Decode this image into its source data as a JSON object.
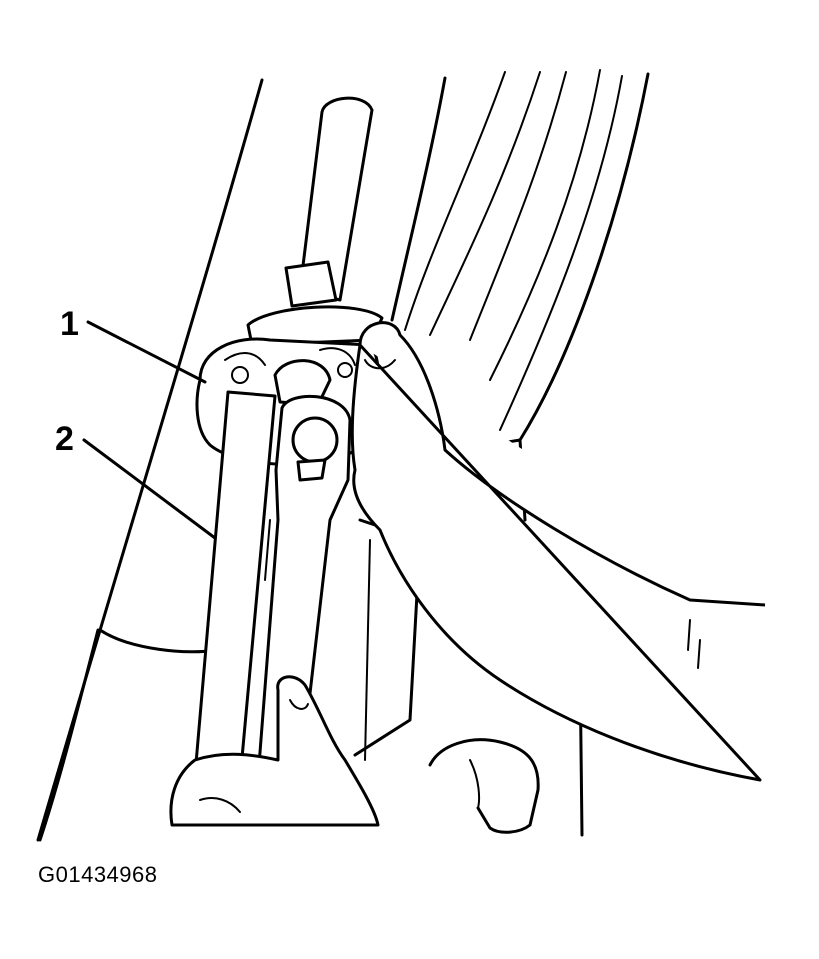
{
  "figure": {
    "callouts": [
      {
        "label": "1"
      },
      {
        "label": "2"
      }
    ],
    "figure_id": "G01434968"
  },
  "colors": {
    "ink": "#000000",
    "paper": "#ffffff"
  }
}
